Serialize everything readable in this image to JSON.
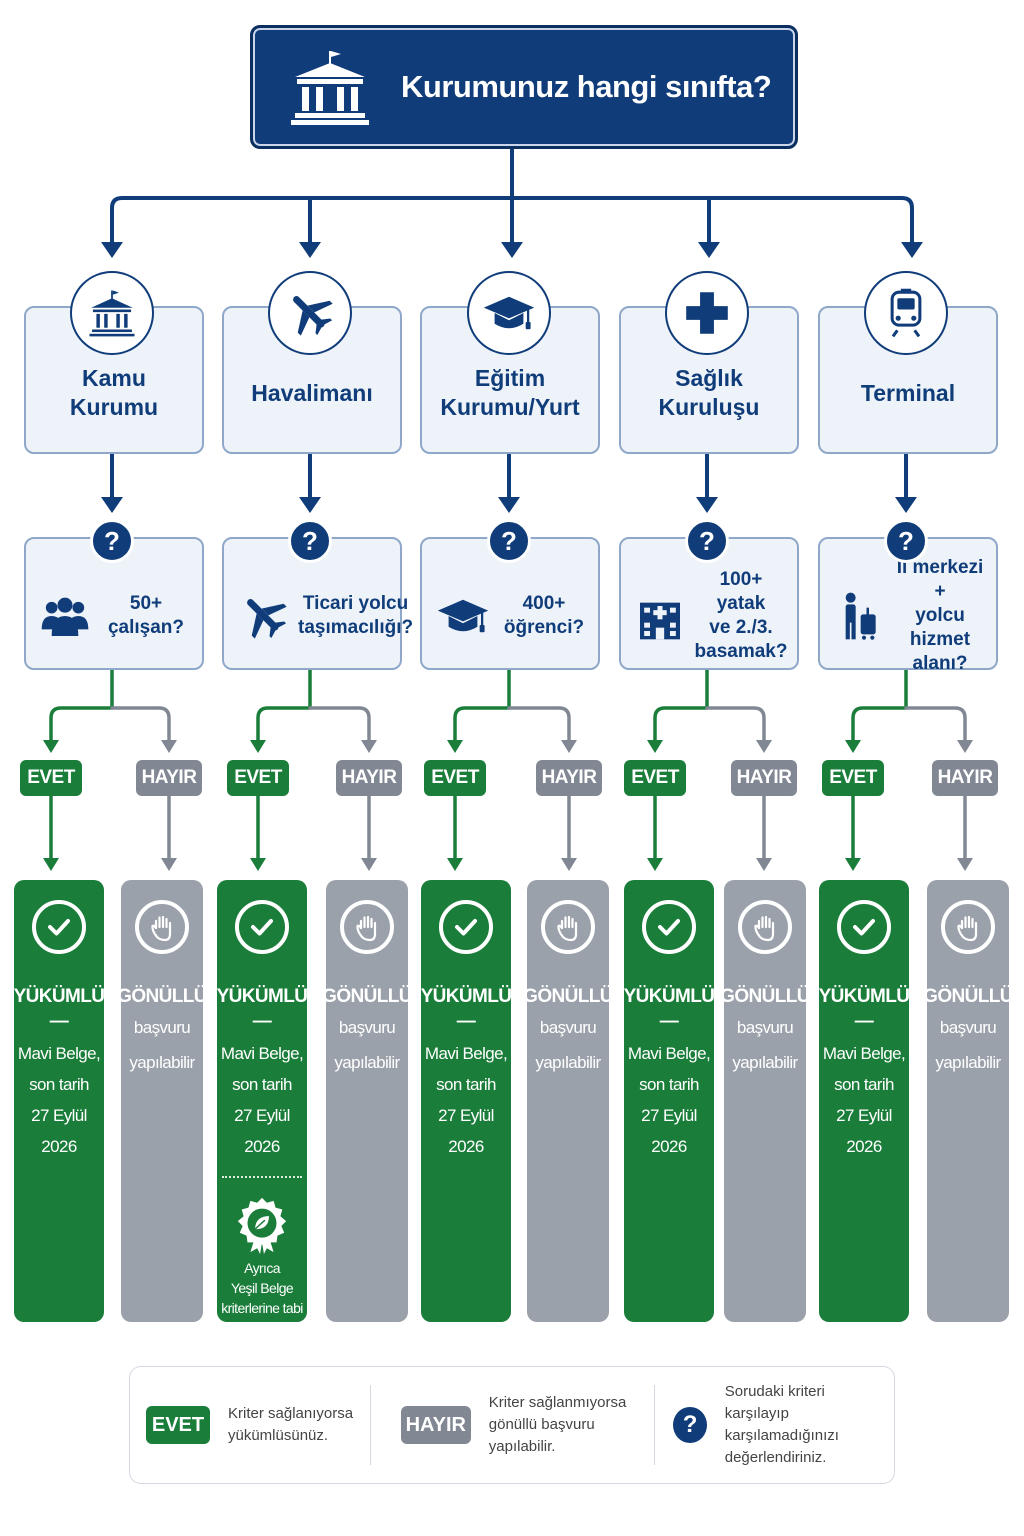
{
  "title": "Kurumunuz hangi sınıfta?",
  "categories": [
    {
      "label_lines": [
        "Kamu",
        "Kurumu"
      ],
      "icon": "institution-icon",
      "question_lines": [
        "50+",
        "çalışan?"
      ],
      "question_icon": "people-group-icon"
    },
    {
      "label_lines": [
        "Havalimanı"
      ],
      "icon": "airplane-icon",
      "question_lines": [
        "Ticari yolcu",
        "taşımacılığı?"
      ],
      "question_icon": "airplane-icon"
    },
    {
      "label_lines": [
        "Eğitim",
        "Kurumu/Yurt"
      ],
      "icon": "graduation-cap-icon",
      "question_lines": [
        "400+",
        "öğrenci?"
      ],
      "question_icon": "graduation-cap-icon"
    },
    {
      "label_lines": [
        "Sağlık",
        "Kuruluşu"
      ],
      "icon": "medical-cross-icon",
      "question_lines": [
        "100+ yatak",
        "ve 2./3.",
        "basamak?"
      ],
      "question_icon": "hospital-building-icon"
    },
    {
      "label_lines": [
        "Terminal"
      ],
      "icon": "train-icon",
      "question_lines": [
        "İl merkezi +",
        "yolcu hizmet",
        "alanı?"
      ],
      "question_icon": "traveler-luggage-icon"
    }
  ],
  "question_badge": "?",
  "yes_label": "EVET",
  "no_label": "HAYIR",
  "yes_result": {
    "title": "YÜKÜMLÜ",
    "dash": "—",
    "lines": [
      "Mavi Belge,",
      "son tarih",
      "27 Eylül 2026"
    ]
  },
  "no_result": {
    "title": "GÖNÜLLÜ",
    "lines": [
      "başvuru",
      "yapılabilir"
    ]
  },
  "extra_note": {
    "lines": [
      "Ayrıca",
      "Yeşil Belge",
      "kriterlerine tabi"
    ],
    "icon": "leaf-badge-icon"
  },
  "legend": {
    "yes_text": [
      "Kriter sağlanıyorsa",
      "yükümlüsünüz."
    ],
    "no_text": [
      "Kriter sağlanmıyorsa",
      "gönüllü başvuru",
      "yapılabilir."
    ],
    "q_text": [
      "Sorudaki kriteri",
      "karşılayıp karşılamadığınızı",
      "değerlendiriniz."
    ]
  },
  "colors": {
    "navy": "#103d7a",
    "green": "#1a7d3a",
    "gray": "#818894",
    "light_gray": "#9ba1aa",
    "box_bg": "#eef3fa"
  }
}
